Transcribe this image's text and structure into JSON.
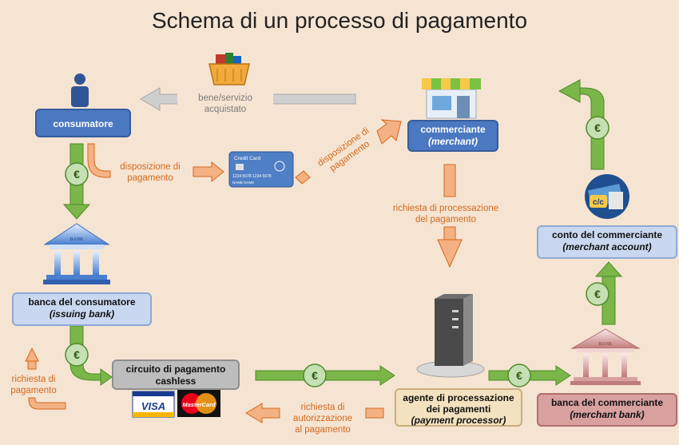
{
  "title": "Schema di un processo di pagamento",
  "nodes": {
    "consumatore": "consumatore",
    "commerciante_line1": "commerciante",
    "commerciante_line2": "(merchant)",
    "banca_consumatore_line1": "banca del consumatore",
    "banca_consumatore_line2": "(issuing bank)",
    "circuito_line1": "circuito di pagamento",
    "circuito_line2": "cashless",
    "agente_line1": "agente di processazione",
    "agente_line2": "dei pagamenti",
    "agente_line3": "(payment processor)",
    "banca_commerciante_line1": "banca del commerciante",
    "banca_commerciante_line2": "(merchant bank)",
    "conto_line1": "conto del commerciante",
    "conto_line2": "(merchant account)"
  },
  "labels": {
    "bene_line1": "bene/servizio",
    "bene_line2": "acquistato",
    "disposizione_line1": "disposizione di",
    "disposizione_line2": "pagamento",
    "disposizione_diag_line1": "disposizione di",
    "disposizione_diag_line2": "pagamento",
    "richiesta_proc_line1": "richiesta di processazione",
    "richiesta_proc_line2": "del pagamento",
    "richiesta_pag_line1": "richiesta di",
    "richiesta_pag_line2": "pagamento",
    "richiesta_aut_line1": "richiesta di",
    "richiesta_aut_line2": "autorizzazione",
    "richiesta_aut_line3": "al pagamento"
  },
  "card": {
    "title": "Credit Card",
    "number": "1234 5678 1234 5678",
    "name": "NAME NAME"
  },
  "bank_sign": "BANK",
  "euro_symbol": "€",
  "account_badge": "c/c",
  "visa": "VISA",
  "mastercard": "MasterCard",
  "colors": {
    "background": "#f6e4d2",
    "green_arrow": "#7ab648",
    "orange_arrow": "#f4a460",
    "gray_arrow": "#c8c8c8",
    "blue_node": "#4a78c1"
  }
}
